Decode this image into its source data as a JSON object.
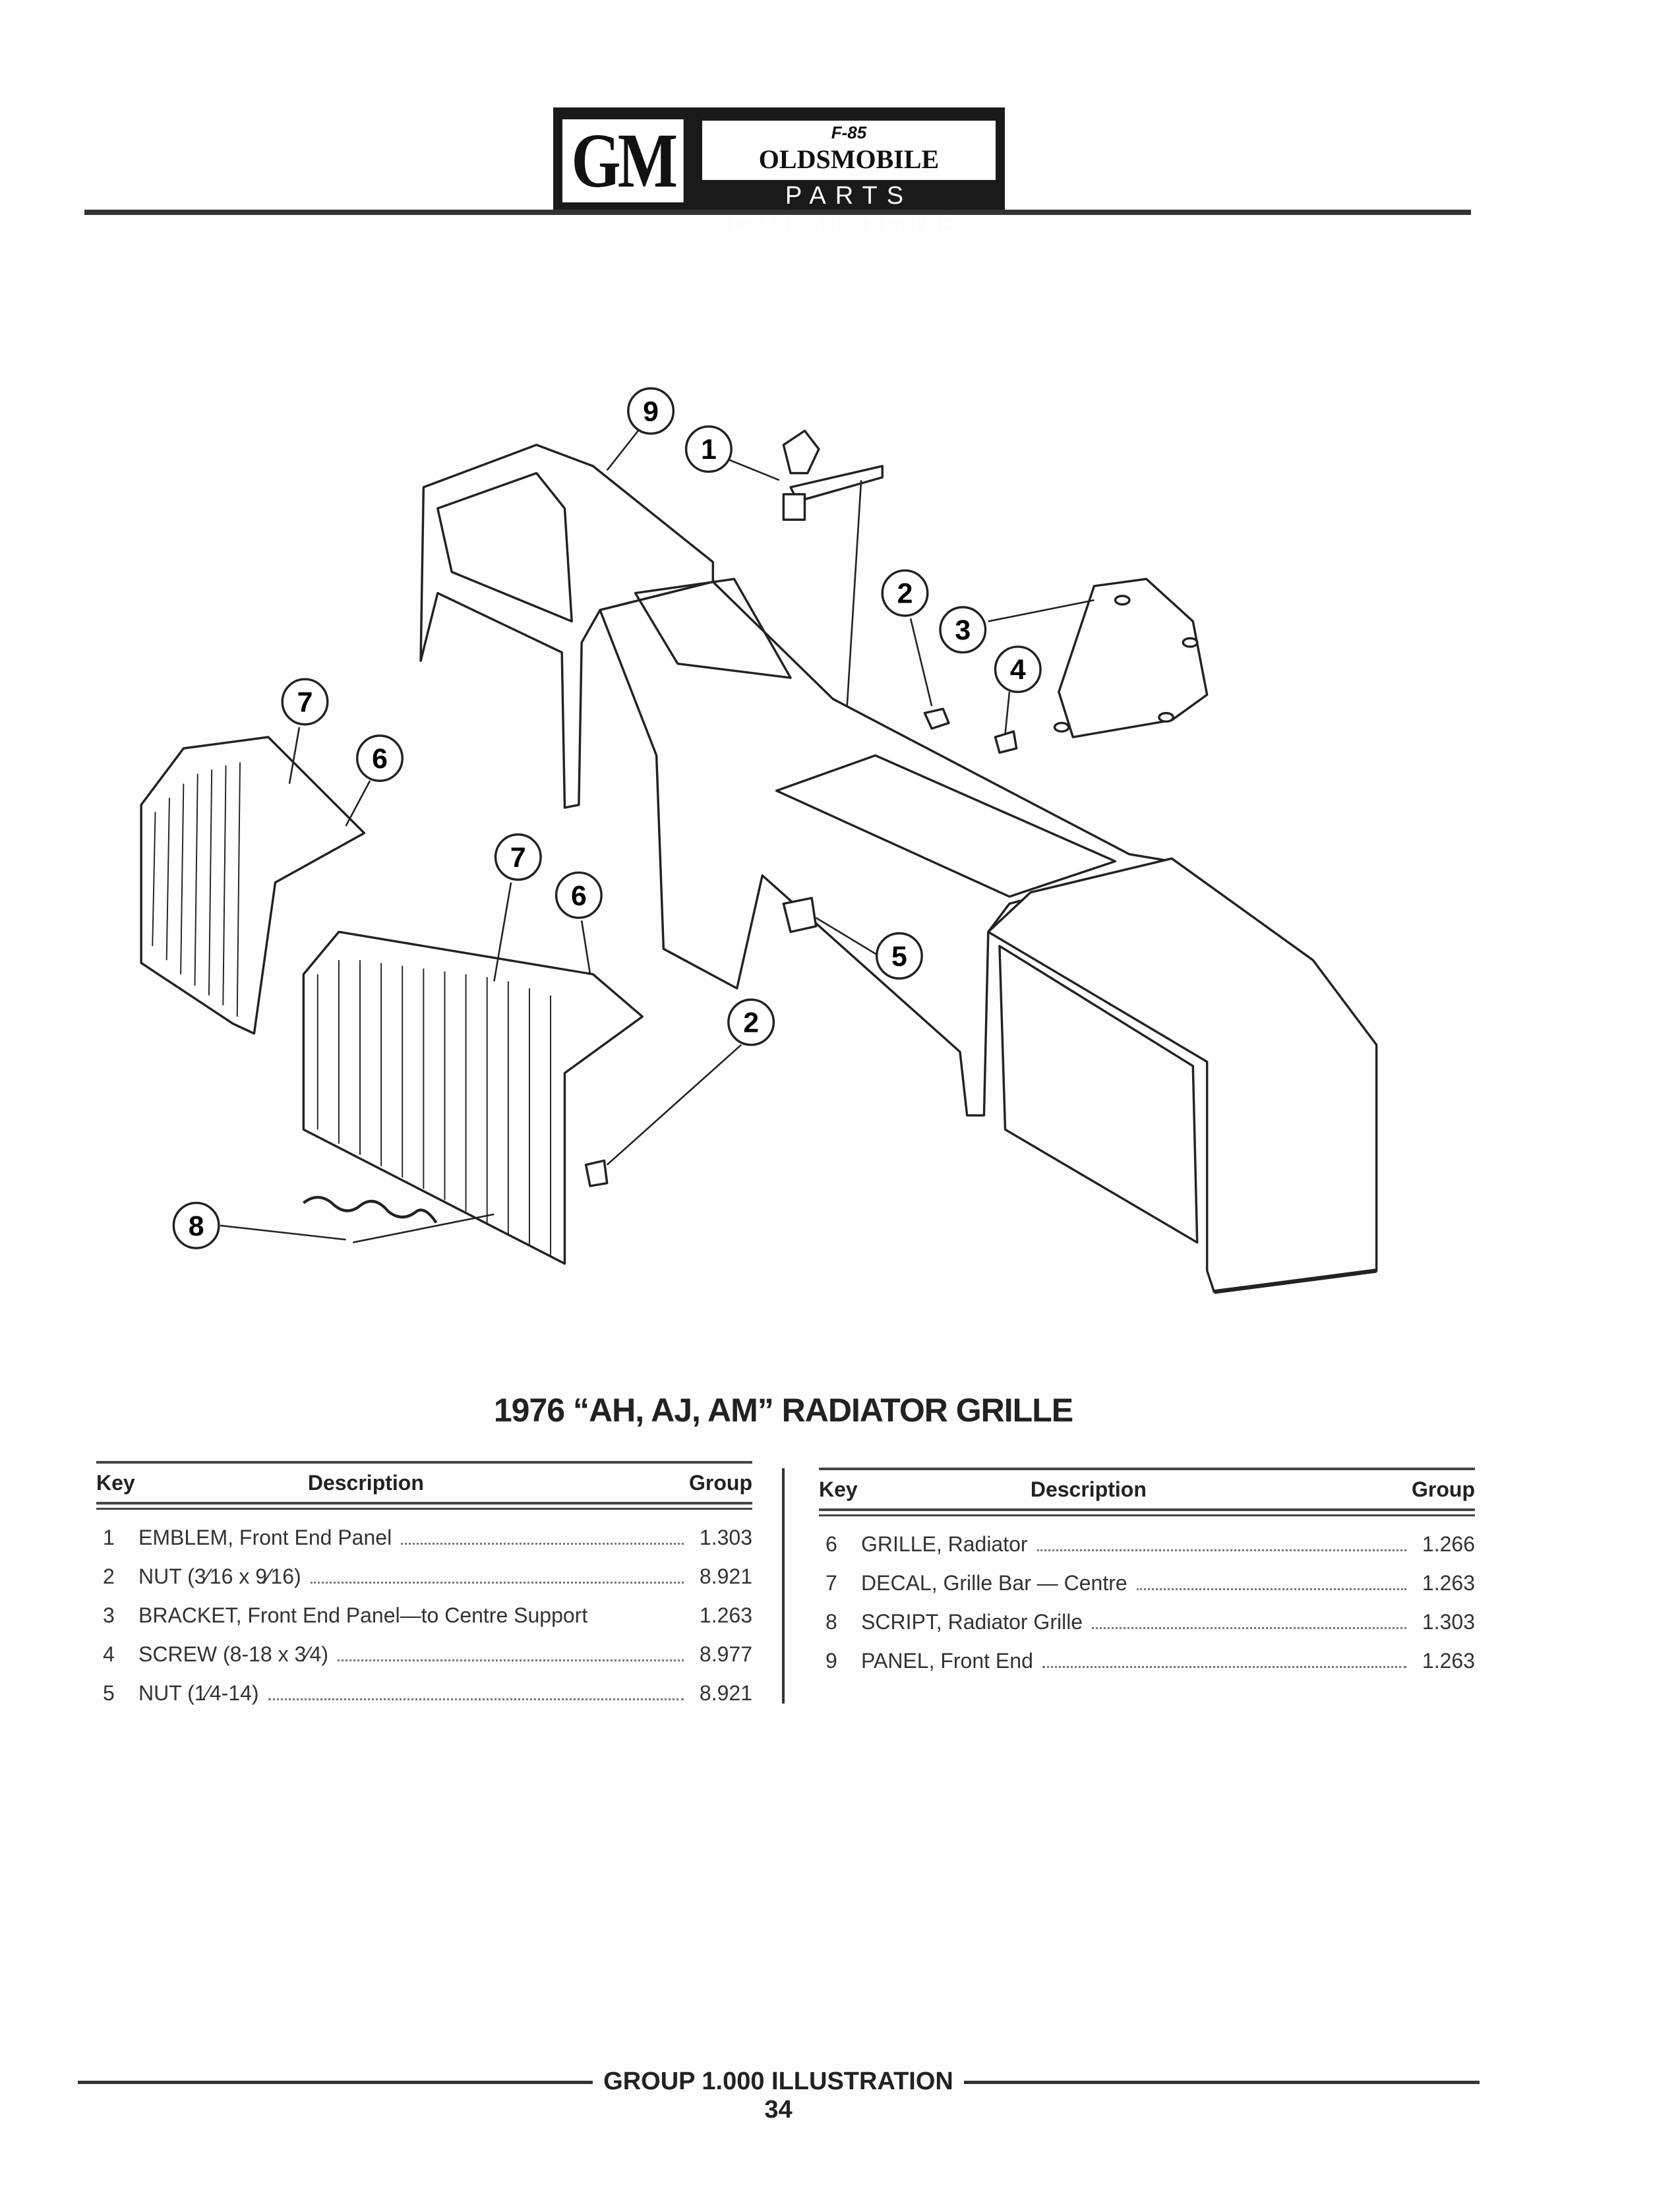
{
  "header": {
    "logo_gm": "GM",
    "logo_mark": "F-85",
    "logo_brand": "OLDSMOBILE",
    "logo_subtitle": "PARTS CATALOGUE"
  },
  "diagram": {
    "callouts": [
      "9",
      "1",
      "2",
      "3",
      "4",
      "7",
      "6",
      "7",
      "6",
      "5",
      "2",
      "8"
    ]
  },
  "title": "1976 “AH, AJ, AM” RADIATOR GRILLE",
  "tables": [
    {
      "headers": {
        "key": "Key",
        "description": "Description",
        "group": "Group"
      },
      "rows": [
        {
          "key": "1",
          "description": "EMBLEM, Front End Panel",
          "group": "1.303"
        },
        {
          "key": "2",
          "description": "NUT (3⁄16 x 9⁄16)",
          "group": "8.921"
        },
        {
          "key": "3",
          "description": "BRACKET, Front End Panel—to Centre Support",
          "group": "1.263"
        },
        {
          "key": "4",
          "description": "SCREW (8-18 x 3⁄4)",
          "group": "8.977"
        },
        {
          "key": "5",
          "description": "NUT (1⁄4-14)",
          "group": "8.921"
        }
      ]
    },
    {
      "headers": {
        "key": "Key",
        "description": "Description",
        "group": "Group"
      },
      "rows": [
        {
          "key": "6",
          "description": "GRILLE, Radiator",
          "group": "1.266"
        },
        {
          "key": "7",
          "description": "DECAL, Grille Bar — Centre",
          "group": "1.263"
        },
        {
          "key": "8",
          "description": "SCRIPT, Radiator Grille",
          "group": "1.303"
        },
        {
          "key": "9",
          "description": "PANEL, Front End",
          "group": "1.263"
        }
      ]
    }
  ],
  "footer": "GROUP 1.000 ILLUSTRATION 34"
}
